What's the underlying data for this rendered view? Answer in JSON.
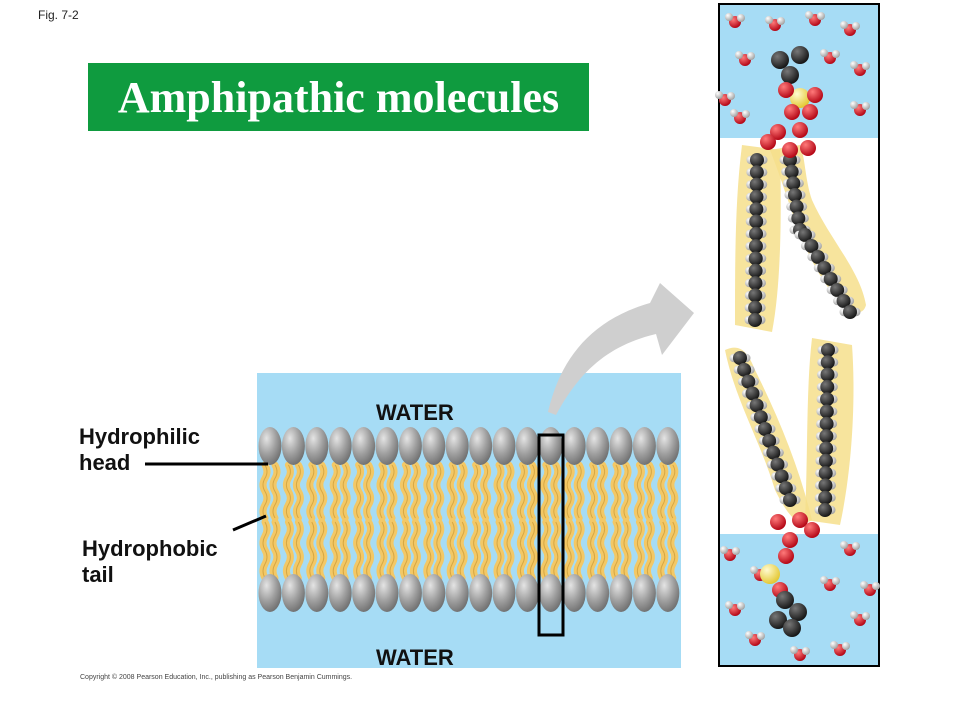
{
  "figure": {
    "fig_label": "Fig. 7-2",
    "title": "Amphipathic molecules",
    "labels": {
      "hydrophilic_head": [
        "Hydrophilic",
        "head"
      ],
      "hydrophobic_tail": [
        "Hydrophobic",
        "tail"
      ],
      "water_top": "WATER",
      "water_bottom": "WATER"
    },
    "copyright": "Copyright © 2008 Pearson Education, Inc., publishing as Pearson Benjamin Cummings."
  },
  "colors": {
    "water": "#a6dcf5",
    "title_bg": "#0f9b3f",
    "head": "#9a9a9a",
    "tail": "#f3c866",
    "oxygen": "#d9141b",
    "phosphate": "#f5e05a",
    "carbon": "#2a2a2a",
    "hydrogen": "#d6d6d6",
    "arrow": "#cfcfcf"
  }
}
